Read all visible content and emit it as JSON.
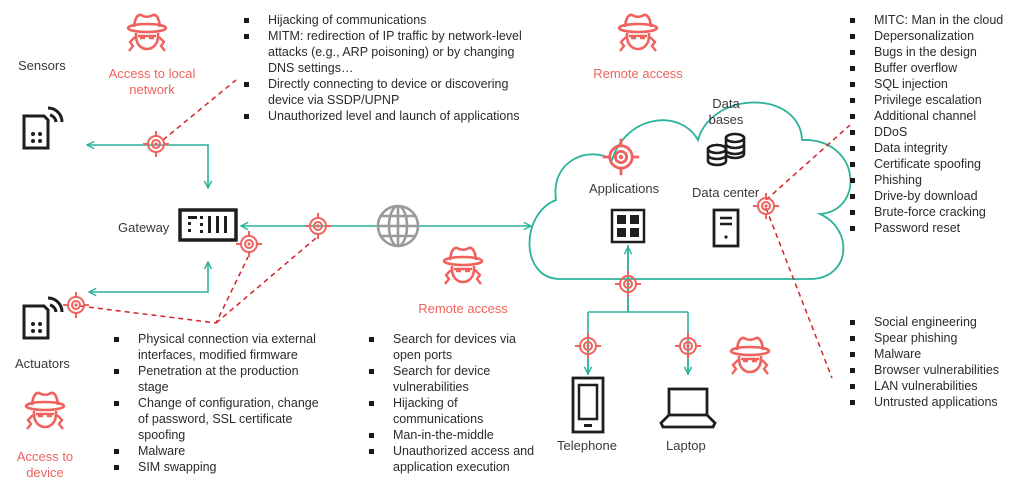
{
  "colors": {
    "attack": "#f0625e",
    "link": "#2bb39a",
    "device": "#1e1e1e",
    "globe": "#9a9a9a",
    "dashed": "#d3242b"
  },
  "nodes": {
    "sensors": "Sensors",
    "gateway": "Gateway",
    "actuators": "Actuators",
    "applications": "Applications",
    "data_bases": [
      "Data",
      "bases"
    ],
    "data_center": "Data center",
    "telephone": "Telephone",
    "laptop": "Laptop"
  },
  "attackers": {
    "local_network": [
      "Access to local",
      "network"
    ],
    "remote_top": "Remote access",
    "remote_middle": "Remote access",
    "device": [
      "Access to",
      "device"
    ]
  },
  "icons": {
    "attacker": "spy-hat-icon",
    "target": "crosshair-target-icon",
    "sensor": "wireless-sensor-icon",
    "gateway": "gateway-router-icon",
    "globe": "globe-icon",
    "cloud": "cloud-outline",
    "database": "database-stack-icon",
    "apps": "app-grid-icon",
    "server": "server-tower-icon",
    "phone": "smartphone-icon",
    "laptop": "laptop-icon"
  },
  "threat_lists": {
    "local_network": [
      "Hijacking of communications",
      "MITM: redirection of IP traffic by network-level attacks (e.g., ARP poisoning) or by changing DNS settings…",
      "Directly connecting to device or discovering device via SSDP/UPNP",
      "Unauthorized level and launch of applications"
    ],
    "cloud": [
      "MITC: Man in the cloud",
      "Depersonalization",
      "Bugs in the design",
      "Buffer overflow",
      "SQL injection",
      "Privilege escalation",
      "Additional channel",
      "DDoS",
      "Data integrity",
      "Certificate spoofing",
      "Phishing",
      "Drive-by download",
      "Brute-force cracking",
      "Password reset"
    ],
    "device": [
      "Physical connection via external interfaces, modified firmware",
      "Penetration at the production stage",
      "Change of configuration, change of password, SSL certificate spoofing",
      "Malware",
      "SIM swapping"
    ],
    "remote": [
      "Search for devices via open ports",
      "Search for device vulnerabilities",
      "Hijacking of communications",
      "Man-in-the-middle",
      "Unauthorized access and application execution"
    ],
    "endpoints": [
      "Social engineering",
      "Spear phishing",
      "Malware",
      "Browser vulnerabilities",
      "LAN vulnerabilities",
      "Untrusted applications"
    ]
  }
}
